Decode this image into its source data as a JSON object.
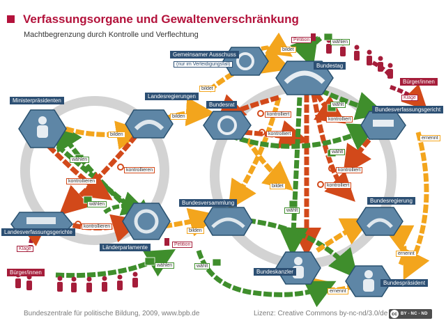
{
  "header": {
    "title": "Verfassungsorgane und Gewaltenverschränkung",
    "subtitle": "Machtbegrenzung durch Kontrolle und Verflechtung"
  },
  "footer": {
    "source": "Bundeszentrale für politische Bildung, 2009, www.bpb.de",
    "license": "Lizenz: Creative Commons by-nc-nd/3.0/de",
    "badge_cc": "cc",
    "badge_text": "BY - NC - ND"
  },
  "colors": {
    "accent": "#b3123b",
    "organ_fill": "#5e86a6",
    "organ_dark": "#28506e",
    "label_bg": "#2c4f73",
    "arrow_orange": "#f3a51d",
    "arrow_red": "#d2491a",
    "arrow_green": "#3f8e2c",
    "ring_gray": "#cfcfcf",
    "citizen_red": "#a51d3a"
  },
  "organs": {
    "ministerpraesidenten": "Ministerpräsidenten",
    "landesregierungen": "Landesregierungen",
    "landesverfassungsgerichte": "Landesverfassungsgerichte",
    "laenderparlamente": "Länderparlamente",
    "gemeinsamer_ausschuss": "Gemeinsamer Ausschuss",
    "verteidigungsfall": "(nur im Verteidigungsfall)",
    "bundestag": "Bundestag",
    "bundesrat": "Bundesrat",
    "bundesverfassungsgericht": "Bundesverfassungsgericht",
    "bundesversammlung": "Bundesversammlung",
    "bundesregierung": "Bundesregierung",
    "bundeskanzler": "Bundeskanzler",
    "bundespraesident": "Bundespräsident",
    "buerger_left": "Bürger/innen",
    "buerger_right": "Bürger/innen"
  },
  "actions": {
    "bilden": "bilden",
    "waehlen": "wählen",
    "waehlt": "wählt",
    "kontrollieren": "kontrollieren",
    "kontrolliert": "kontrolliert",
    "bildet": "bildet",
    "ernennt": "ernennt",
    "klage": "Klage",
    "petition": "Petition"
  }
}
